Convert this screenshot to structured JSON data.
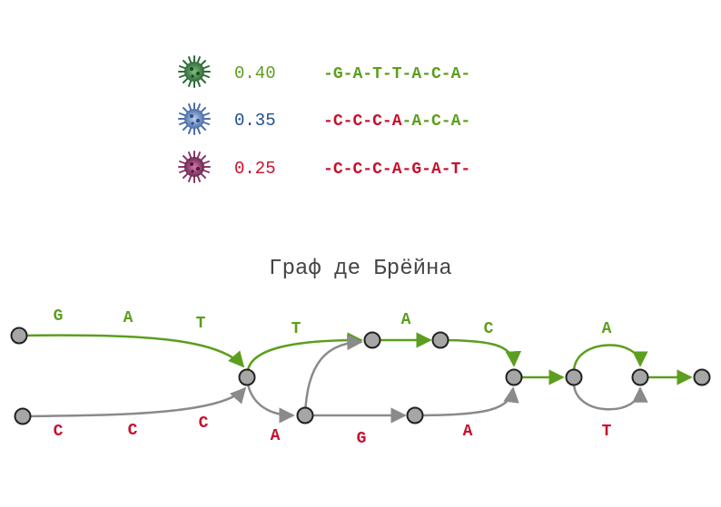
{
  "colors": {
    "green": "#5c9e1e",
    "blue": "#1f4f8f",
    "red": "#c8102e",
    "gray": "#8a8a8a",
    "node_fill": "#a6a6a6",
    "node_stroke": "#222222",
    "title": "#444444"
  },
  "legend": [
    {
      "icon": "virus-green-icon",
      "value": "0.40",
      "value_color": "green",
      "sequence": [
        [
          "-",
          "green"
        ],
        [
          "G",
          "green"
        ],
        [
          "-",
          "green"
        ],
        [
          "A",
          "green"
        ],
        [
          "-",
          "green"
        ],
        [
          "T",
          "green"
        ],
        [
          "-",
          "green"
        ],
        [
          "T",
          "green"
        ],
        [
          "-",
          "green"
        ],
        [
          "A",
          "green"
        ],
        [
          "-",
          "green"
        ],
        [
          "C",
          "green"
        ],
        [
          "-",
          "green"
        ],
        [
          "A",
          "green"
        ],
        [
          "-",
          "green"
        ]
      ]
    },
    {
      "icon": "virus-blue-icon",
      "value": "0.35",
      "value_color": "blue",
      "sequence": [
        [
          "-",
          "red"
        ],
        [
          "C",
          "red"
        ],
        [
          "-",
          "red"
        ],
        [
          "C",
          "red"
        ],
        [
          "-",
          "red"
        ],
        [
          "C",
          "red"
        ],
        [
          "-",
          "red"
        ],
        [
          "A",
          "red"
        ],
        [
          "-",
          "green"
        ],
        [
          "A",
          "green"
        ],
        [
          "-",
          "green"
        ],
        [
          "C",
          "green"
        ],
        [
          "-",
          "green"
        ],
        [
          "A",
          "green"
        ],
        [
          "-",
          "green"
        ]
      ]
    },
    {
      "icon": "virus-purple-icon",
      "value": "0.25",
      "value_color": "red",
      "sequence": [
        [
          "-",
          "red"
        ],
        [
          "C",
          "red"
        ],
        [
          "-",
          "red"
        ],
        [
          "C",
          "red"
        ],
        [
          "-",
          "red"
        ],
        [
          "C",
          "red"
        ],
        [
          "-",
          "red"
        ],
        [
          "A",
          "red"
        ],
        [
          "-",
          "red"
        ],
        [
          "G",
          "red"
        ],
        [
          "-",
          "red"
        ],
        [
          "A",
          "red"
        ],
        [
          "-",
          "red"
        ],
        [
          "T",
          "red"
        ],
        [
          "-",
          "red"
        ]
      ]
    }
  ],
  "graph": {
    "title": "Граф де Брёйна",
    "edge_labels": [
      {
        "text": "G",
        "color": "green"
      },
      {
        "text": "A",
        "color": "green"
      },
      {
        "text": "T",
        "color": "green"
      },
      {
        "text": "T",
        "color": "green"
      },
      {
        "text": "A",
        "color": "green"
      },
      {
        "text": "C",
        "color": "green"
      },
      {
        "text": "A",
        "color": "green"
      },
      {
        "text": "C",
        "color": "red"
      },
      {
        "text": "C",
        "color": "red"
      },
      {
        "text": "C",
        "color": "red"
      },
      {
        "text": "A",
        "color": "red"
      },
      {
        "text": "G",
        "color": "red"
      },
      {
        "text": "A",
        "color": "red"
      },
      {
        "text": "T",
        "color": "red"
      }
    ]
  }
}
